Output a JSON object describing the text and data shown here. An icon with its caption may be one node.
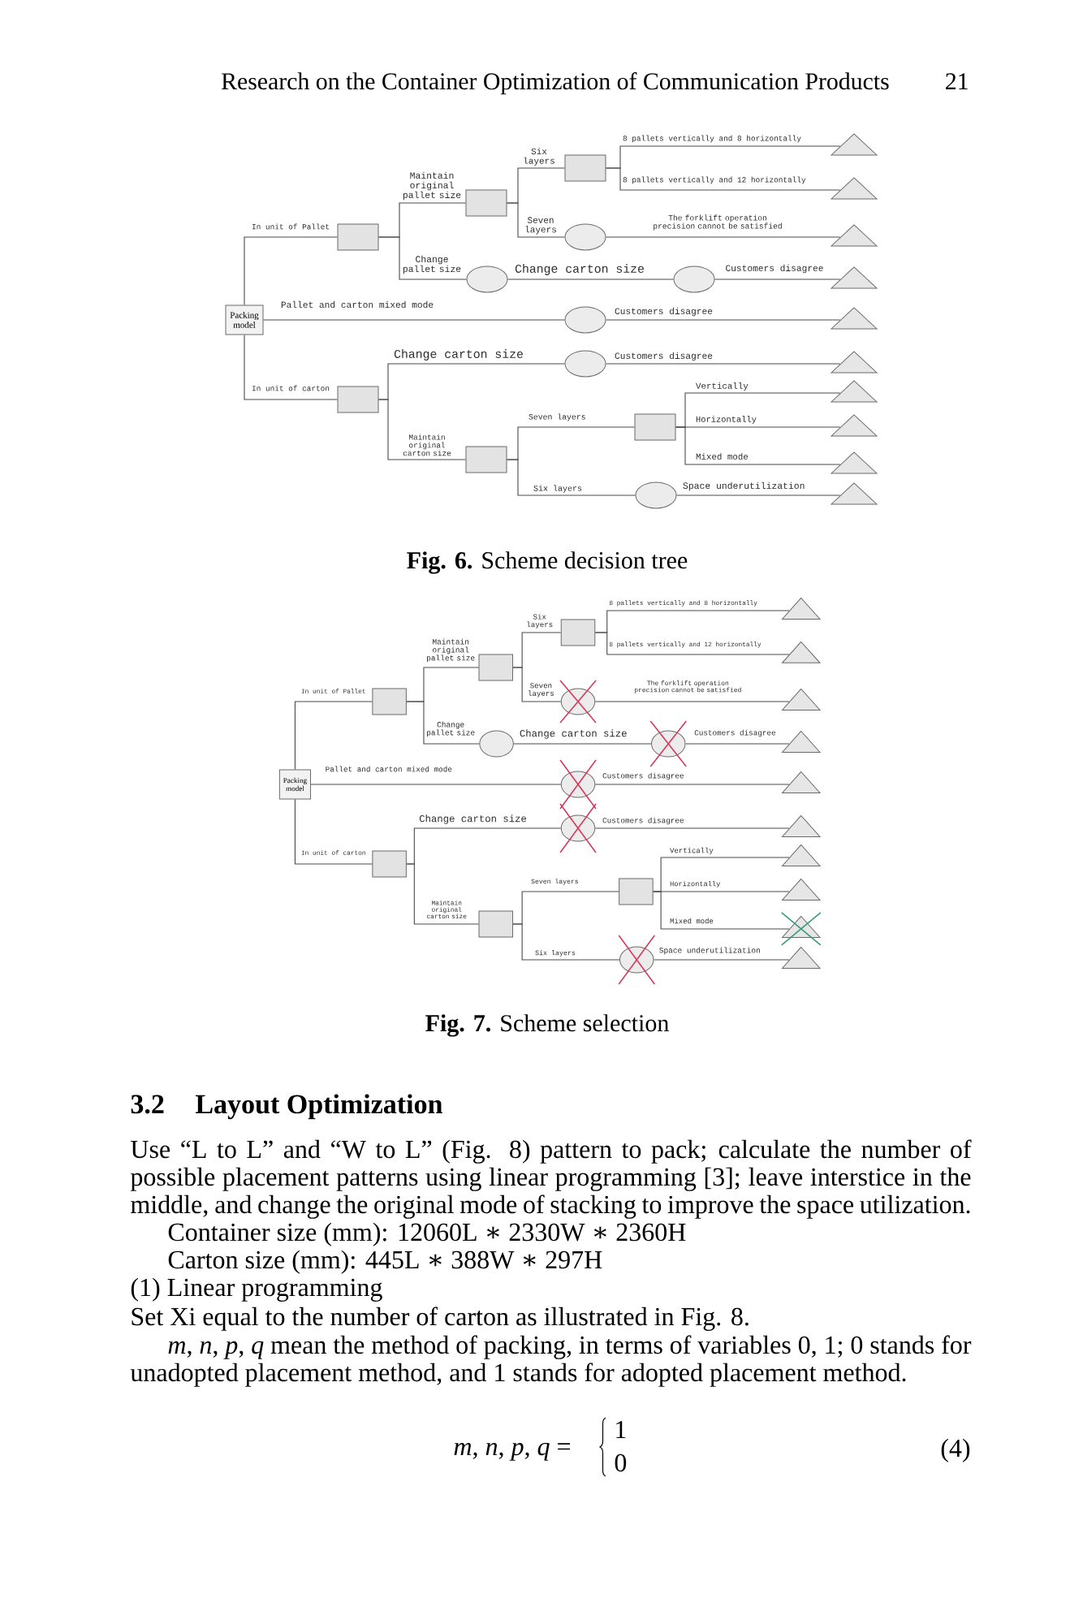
{
  "diagram": {
    "nodes": [
      {
        "text": [
          "Packing model"
        ]
      },
      {
        "text": [],
        "shape": "box"
      },
      {
        "text": [],
        "shape": "box"
      },
      {
        "text": [],
        "shape": "box"
      },
      {
        "text": [],
        "shape": "triangle"
      },
      {
        "text": [],
        "shape": "triangle"
      },
      {
        "text": [],
        "shape": "circle"
      },
      {
        "text": [],
        "shape": "triangle"
      },
      {
        "text": [],
        "shape": "circle"
      },
      {
        "text": [],
        "shape": "circle"
      },
      {
        "text": [],
        "shape": "triangle"
      },
      {
        "text": [],
        "shape": "circle"
      },
      {
        "text": [],
        "shape": "triangle"
      },
      {
        "text": [],
        "shape": "box"
      },
      {
        "text": [],
        "shape": "circle"
      },
      {
        "text": [],
        "shape": "triangle"
      },
      {
        "text": [],
        "shape": "box"
      },
      {
        "text": [],
        "shape": "box"
      },
      {
        "text": [],
        "shape": "triangle"
      },
      {
        "text": [],
        "shape": "triangle"
      },
      {
        "text": [],
        "shape": "triangle"
      },
      {
        "text": [],
        "shape": "circle"
      },
      {
        "text": [],
        "shape": "triangle"
      },
      {
        "text": [
          "Packing model"
        ]
      },
      {
        "text": [],
        "shape": "box"
      },
      {
        "text": [],
        "shape": "box"
      },
      {
        "text": [],
        "shape": "box"
      },
      {
        "text": [],
        "shape": "triangle"
      },
      {
        "text": [],
        "shape": "triangle"
      },
      {
        "text": [],
        "shape": "circle"
      },
      {
        "text": [],
        "shape": "triangle"
      },
      {
        "text": [],
        "shape": "circle"
      },
      {
        "text": [],
        "shape": "circle"
      },
      {
        "text": [],
        "shape": "triangle"
      },
      {
        "text": [],
        "shape": "circle"
      },
      {
        "text": [],
        "shape": "triangle"
      },
      {
        "text": [],
        "shape": "box"
      },
      {
        "text": [],
        "shape": "circle"
      },
      {
        "text": [],
        "shape": "triangle"
      },
      {
        "text": [],
        "shape": "box"
      },
      {
        "text": [],
        "shape": "box"
      },
      {
        "text": [],
        "shape": "triangle"
      },
      {
        "text": [],
        "shape": "triangle"
      },
      {
        "text": [],
        "shape": "triangle"
      },
      {
        "text": [],
        "shape": "circle"
      },
      {
        "text": [],
        "shape": "triangle"
      }
    ],
    "edges": [
      {
        "from": 0,
        "to": 1,
        "arrow": "none",
        "label": "In unit of Pallet"
      },
      {
        "from": 1,
        "to": 2,
        "arrow": "none",
        "label": "Maintain original pallet size"
      },
      {
        "from": 2,
        "to": 3,
        "arrow": "none",
        "label": "Six layers"
      },
      {
        "from": 3,
        "to": 4,
        "arrow": "none",
        "label": "8 pallets vertically and 8 horizontally"
      },
      {
        "from": 3,
        "to": 5,
        "arrow": "none",
        "label": "8 pallets vertically and 12 horizontally"
      },
      {
        "from": 2,
        "to": 6,
        "arrow": "none",
        "label": "Seven layers"
      },
      {
        "from": 6,
        "to": 7,
        "arrow": "none",
        "label": "The forklift operation precision cannot be satisfied"
      },
      {
        "from": 1,
        "to": 8,
        "arrow": "none",
        "label": "Change pallet size"
      },
      {
        "from": 8,
        "to": 9,
        "arrow": "none",
        "label": "Change carton size"
      },
      {
        "from": 9,
        "to": 10,
        "arrow": "none",
        "label": "Customers disagree"
      },
      {
        "from": 0,
        "to": 11,
        "arrow": "none",
        "label": "Pallet and carton mixed mode"
      },
      {
        "from": 11,
        "to": 12,
        "arrow": "none",
        "label": "Customers disagree"
      },
      {
        "from": 0,
        "to": 13,
        "arrow": "none",
        "label": "In unit of carton"
      },
      {
        "from": 13,
        "to": 14,
        "arrow": "none",
        "label": "Change carton size"
      },
      {
        "from": 14,
        "to": 15,
        "arrow": "none",
        "label": "Customers disagree"
      },
      {
        "from": 13,
        "to": 16,
        "arrow": "none",
        "label": "Maintain original carton size"
      },
      {
        "from": 16,
        "to": 17,
        "arrow": "none",
        "label": "Seven layers"
      },
      {
        "from": 17,
        "to": 18,
        "arrow": "none",
        "label": "Vertically"
      },
      {
        "from": 17,
        "to": 19,
        "arrow": "none",
        "label": "Horizontally"
      },
      {
        "from": 17,
        "to": 20,
        "arrow": "none",
        "label": "Mixed mode"
      },
      {
        "from": 16,
        "to": 21,
        "arrow": "none",
        "label": "Six layers"
      },
      {
        "from": 21,
        "to": 22,
        "arrow": "none",
        "label": "Space underutilization"
      },
      {
        "from": 23,
        "to": 24,
        "arrow": "none",
        "label": "In unit of Pallet"
      },
      {
        "from": 24,
        "to": 25,
        "arrow": "none",
        "label": "Maintain original pallet size"
      },
      {
        "from": 25,
        "to": 26,
        "arrow": "none",
        "label": "Six layers"
      },
      {
        "from": 26,
        "to": 27,
        "arrow": "none",
        "label": "8 pallets vertically and 8 horizontally"
      },
      {
        "from": 26,
        "to": 28,
        "arrow": "none",
        "label": "8 pallets vertically and 12 horizontally"
      },
      {
        "from": 25,
        "to": 29,
        "arrow": "none",
        "label": "Seven layers"
      },
      {
        "from": 29,
        "to": 30,
        "arrow": "none",
        "label": "The forklift operation precision cannot be satisfied"
      },
      {
        "from": 24,
        "to": 31,
        "arrow": "none",
        "label": "Change pallet size"
      },
      {
        "from": 31,
        "to": 32,
        "arrow": "none",
        "label": "Change carton size"
      },
      {
        "from": 32,
        "to": 33,
        "arrow": "none",
        "label": "Customers disagree"
      },
      {
        "from": 23,
        "to": 34,
        "arrow": "none",
        "label": "Pallet and carton mixed mode"
      },
      {
        "from": 34,
        "to": 35,
        "arrow": "none",
        "label": "Customers disagree"
      },
      {
        "from": 23,
        "to": 36,
        "arrow": "none",
        "label": "In unit of carton"
      },
      {
        "from": 36,
        "to": 37,
        "arrow": "none",
        "label": "Change carton size"
      },
      {
        "from": 37,
        "to": 38,
        "arrow": "none",
        "label": "Customers disagree"
      },
      {
        "from": 36,
        "to": 39,
        "arrow": "none",
        "label": "Maintain original carton size"
      },
      {
        "from": 39,
        "to": 40,
        "arrow": "none",
        "label": "Seven layers"
      },
      {
        "from": 40,
        "to": 41,
        "arrow": "none",
        "label": "Vertically"
      },
      {
        "from": 40,
        "to": 42,
        "arrow": "none",
        "label": "Horizontally"
      },
      {
        "from": 40,
        "to": 43,
        "arrow": "none",
        "label": "Mixed mode"
      },
      {
        "from": 39,
        "to": 44,
        "arrow": "none",
        "label": "Six layers"
      },
      {
        "from": 44,
        "to": 45,
        "arrow": "none",
        "label": "Space underutilization"
      }
    ],
    "labels": [
      "Research on the Container Optimization of Communication Products",
      "21",
      "**Fig. 6.** Scheme decision tree",
      "**Fig. 7.** Scheme selection",
      "3.2",
      "Layout Optimization",
      "Use “L to L” and “W to L” (Fig. 8) pattern to pack; calculate the number of possible placement patterns using linear programming [3]; leave interstice in the middle, and change the original mode of stacking to improve the space utilization.",
      "Container size (mm): 12060L ∗ 2330W ∗ 2360H",
      "Carton size (mm): 445L ∗ 388W ∗ 297H",
      "(1) Linear programming",
      "Set Xi equal to the number of carton as illustrated in Fig. 8.",
      "*m*, *n*, *p*, *q* mean the method of packing, in terms of variables 0, 1; 0 stands for unadopted placement method, and 1 stands for adopted placement method.",
      "*m*, *n*, *p*, *q* =",
      "1",
      "0",
      "(4)"
    ]
  }
}
